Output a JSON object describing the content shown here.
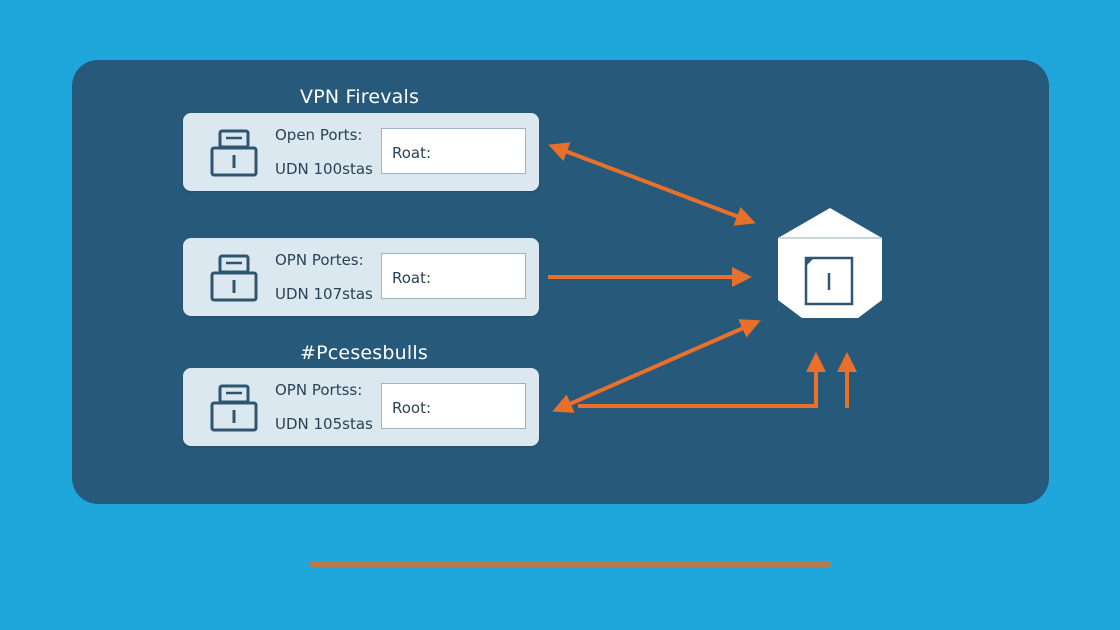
{
  "titles": {
    "top": "VPN Firevals",
    "middle": "#Pcesesbulls"
  },
  "cards": [
    {
      "ports": "Open Ports:",
      "udp": "UDN 100stas",
      "route": "Roat:"
    },
    {
      "ports": "OPN Portes:",
      "udp": "UDN 107stas",
      "route": "Roat:"
    },
    {
      "ports": "OPN Portss:",
      "udp": "UDN 105stas",
      "route": "Root:"
    }
  ],
  "icons": {
    "card": "lock-icon",
    "server": "server-icon",
    "arrow": "arrow-icon"
  },
  "colors": {
    "background": "#1fa7dc",
    "panel": "#275a7a",
    "card": "#dce8f0",
    "arrow": "#e8702a",
    "bottom_bar": "#b87a48"
  }
}
